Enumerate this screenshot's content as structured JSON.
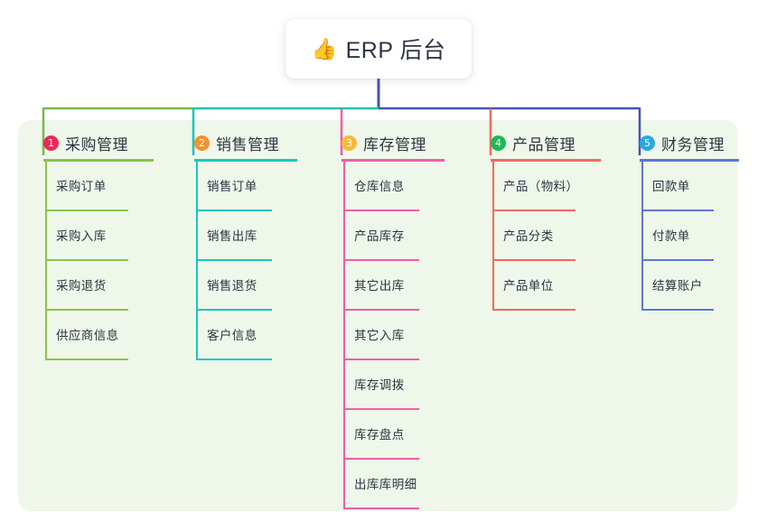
{
  "diagram": {
    "title": "ERP 后台",
    "root": {
      "icon": "thumbs-up-icon",
      "icon_glyph": "👍",
      "label": "ERP 后台"
    },
    "panel_color": "#eef7e9",
    "bus": {
      "segment_1_color": "#76bb4b",
      "segment_2_color": "#14c4bb",
      "segment_3_color": "#4254b5"
    },
    "columns": [
      {
        "number": "1",
        "title": "采购管理",
        "line_color": "#8bc34a",
        "badge_color": "#ea2a58",
        "drop_color": "#76bb4b",
        "items": [
          {
            "label": "采购订单"
          },
          {
            "label": "采购入库"
          },
          {
            "label": "采购退货"
          },
          {
            "label": "供应商信息"
          }
        ]
      },
      {
        "number": "2",
        "title": "销售管理",
        "line_color": "#17c8c0",
        "badge_color": "#f0932b",
        "drop_color": "#14c4bb",
        "items": [
          {
            "label": "销售订单"
          },
          {
            "label": "销售出库"
          },
          {
            "label": "销售退货"
          },
          {
            "label": "客户信息"
          }
        ]
      },
      {
        "number": "3",
        "title": "库存管理",
        "line_color": "#ef5da8",
        "badge_color": "#f6b93b",
        "drop_color": "#ef5da8",
        "items": [
          {
            "label": "仓库信息"
          },
          {
            "label": "产品库存"
          },
          {
            "label": "其它出库"
          },
          {
            "label": "其它入库"
          },
          {
            "label": "库存调拨"
          },
          {
            "label": "库存盘点"
          },
          {
            "label": "出库库明细"
          }
        ]
      },
      {
        "number": "4",
        "title": "产品管理",
        "line_color": "#f4695f",
        "badge_color": "#1eb955",
        "drop_color": "#f4695f",
        "items": [
          {
            "label": "产品（物料）"
          },
          {
            "label": "产品分类"
          },
          {
            "label": "产品单位"
          }
        ]
      },
      {
        "number": "5",
        "title": "财务管理",
        "line_color": "#5a79d6",
        "badge_color": "#29a9e0",
        "drop_color": "#4254b5",
        "items": [
          {
            "label": "回款单"
          },
          {
            "label": "付款单"
          },
          {
            "label": "结算账户"
          }
        ]
      }
    ]
  }
}
